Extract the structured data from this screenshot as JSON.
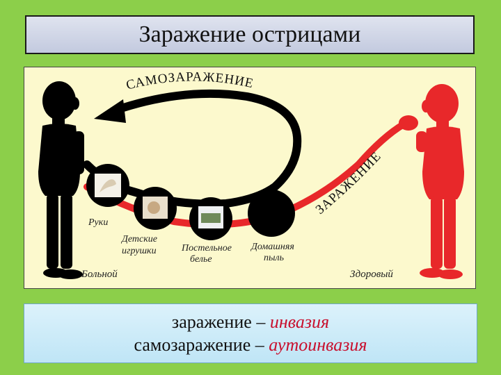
{
  "title": "Заражение острицами",
  "diagram": {
    "arc_top": "САМОЗАРАЖЕНИЕ",
    "arc_right": "ЗАРАЖЕНИЕ",
    "labels": {
      "hands": "Руки",
      "toys_1": "Детские",
      "toys_2": "игрушки",
      "bedding_1": "Постельное",
      "bedding_2": "белье",
      "dust_1": "Домашняя",
      "dust_2": "пыль",
      "sick": "Больной",
      "healthy": "Здоровый"
    },
    "colors": {
      "sick": "#000000",
      "healthy": "#e8282a",
      "background": "#fcf9cd"
    }
  },
  "definitions": [
    {
      "term": "заражение",
      "sep": " – ",
      "meaning": "инвазия"
    },
    {
      "term": "самозаражение",
      "sep": " – ",
      "meaning": "аутоинвазия"
    }
  ]
}
